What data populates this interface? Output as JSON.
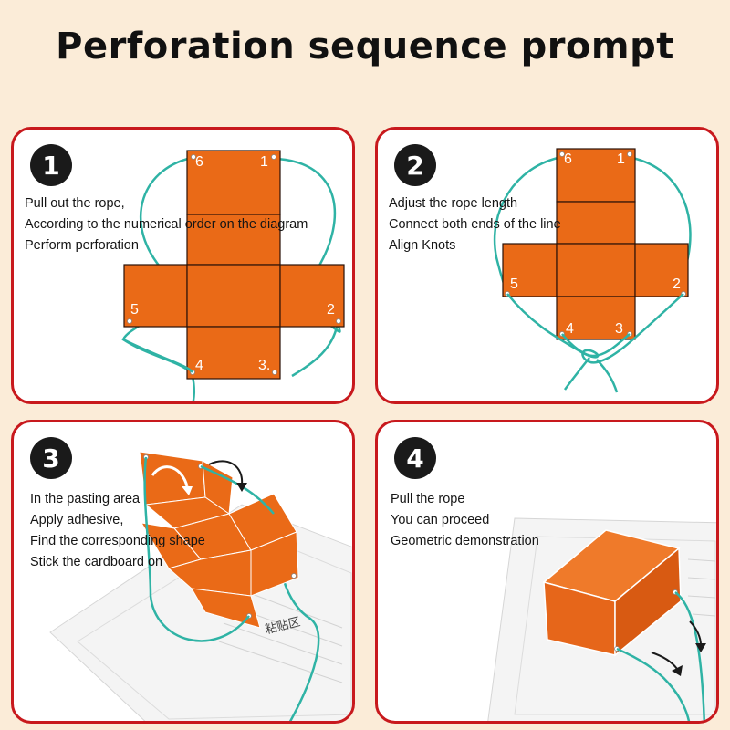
{
  "title": "Perforation sequence prompt",
  "colors": {
    "accent": "#c8191d",
    "cardboard": "#ea6a17",
    "rope": "#2fb3a5",
    "background": "#fbecd8"
  },
  "panels": [
    {
      "number": "1",
      "lines": [
        "Pull out the rope,",
        "According to the numerical order on the diagram",
        "Perform perforation"
      ],
      "hole_labels": [
        "6",
        "1",
        "5",
        "2",
        "4",
        "3."
      ]
    },
    {
      "number": "2",
      "lines": [
        "Adjust the rope length",
        "Connect both ends of the line",
        "Align Knots"
      ],
      "hole_labels": [
        "6",
        "1",
        "5",
        "2",
        "4",
        "3"
      ]
    },
    {
      "number": "3",
      "lines": [
        "In the pasting area",
        "Apply adhesive,",
        "Find the corresponding shape",
        "Stick the cardboard on"
      ],
      "paste_label": "粘贴区"
    },
    {
      "number": "4",
      "lines": [
        "Pull the rope",
        "You can proceed",
        "Geometric demonstration"
      ]
    }
  ]
}
